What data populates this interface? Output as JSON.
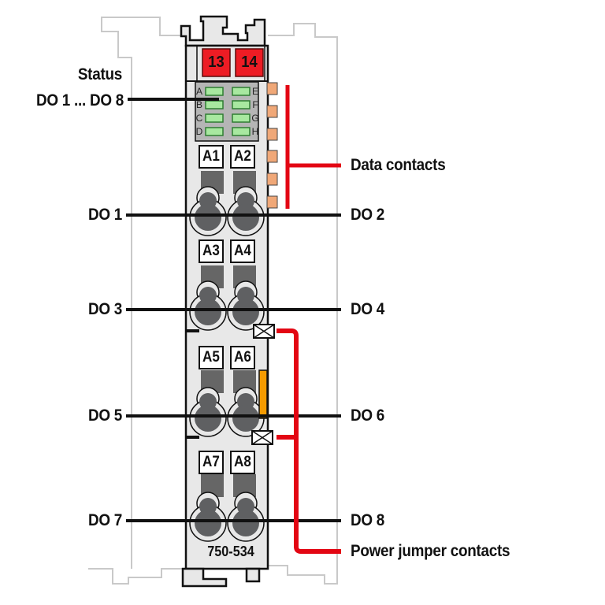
{
  "diagram": {
    "labels": {
      "status_line1": "Status",
      "status_line2": "DO 1 ... DO 8",
      "outputs_left": [
        "DO 1",
        "DO 3",
        "DO 5",
        "DO 7"
      ],
      "outputs_right": [
        "DO 2",
        "DO 4",
        "DO 6",
        "DO 8"
      ],
      "data_contacts": "Data contacts",
      "power_jumper_contacts": "Power jumper contacts"
    },
    "module": {
      "part_number": "750-534",
      "keys": [
        "13",
        "14"
      ],
      "led_row_labels_left": [
        "A",
        "B",
        "C",
        "D"
      ],
      "led_row_labels_right": [
        "E",
        "F",
        "G",
        "H"
      ],
      "terminals": [
        "A1",
        "A2",
        "A3",
        "A4",
        "A5",
        "A6",
        "A7",
        "A8"
      ]
    },
    "colors": {
      "callout_red": "#e30613",
      "key_red": "#ed1c24",
      "orange_contact": "#f0a878",
      "orange_bar": "#f59b00",
      "led_green": "#a8e8a0",
      "body_gray": "#e8e8e8",
      "panel_gray": "#b5b5b5",
      "dark_gray": "#666666",
      "silhouette_gray": "#c9c9c9"
    }
  }
}
